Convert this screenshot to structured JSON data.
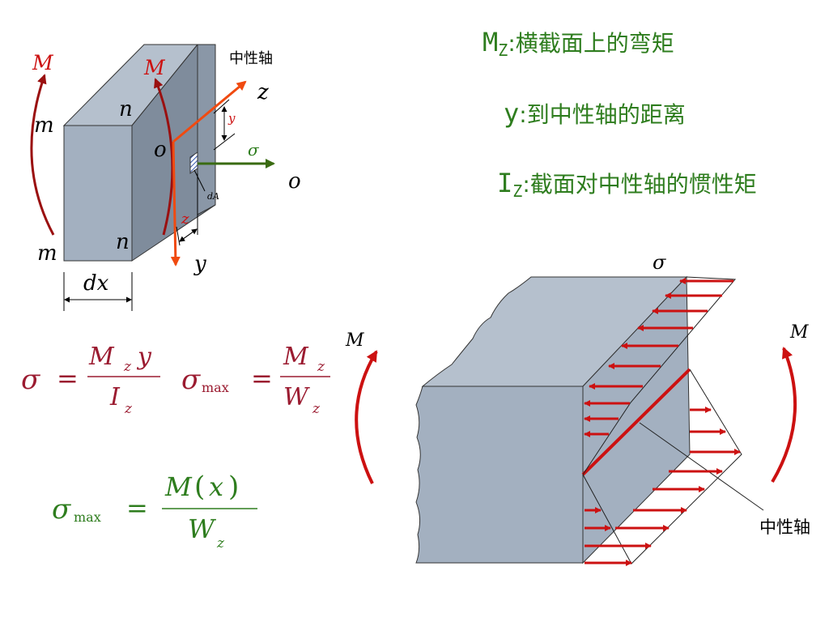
{
  "definitions": {
    "mz": {
      "symbol": "M",
      "sub": "Z",
      "text": ":横截面上的弯矩"
    },
    "y": {
      "symbol": "y",
      "text": ":到中性轴的距离"
    },
    "iz": {
      "symbol": "I",
      "sub": "Z",
      "text": ":截面对中性轴的惯性矩"
    }
  },
  "element_labels": {
    "moment_left": "M",
    "moment_right": "M",
    "neutral_axis": "中性轴",
    "m_top": "m",
    "m_bottom": "m",
    "n_top": "n",
    "n_bottom": "n",
    "o_face": "o",
    "o_axis": "o",
    "z_axis": "z",
    "y_axis": "y",
    "y_small": "y",
    "z_small": "z",
    "sigma": "σ",
    "dA": "dA",
    "dx": "dx"
  },
  "beam_labels": {
    "moment_left": "M",
    "moment_right": "M",
    "sigma": "σ",
    "neutral_axis": "中性轴"
  },
  "formula1": {
    "sigma": "σ",
    "eq": "=",
    "num_M": "M",
    "num_sub": "z",
    "num_y": "y",
    "den_I": "I",
    "den_sub": "z"
  },
  "formula2": {
    "sigma": "σ",
    "sub": "max",
    "eq": "=",
    "num_M": "M",
    "num_sub": "z",
    "den_W": "W",
    "den_sub": "z"
  },
  "formula3": {
    "sigma": "σ",
    "sub": "max",
    "eq": "=",
    "num": "M",
    "lp": "(",
    "x": "x",
    "rp": ")",
    "den_W": "W",
    "den_sub": "z"
  },
  "colors": {
    "definition_text": "#2e7d1e",
    "formula_maroon": "#9b1b30",
    "formula_green": "#2e7d1e",
    "arrow_red": "#cc1111",
    "axis_orange": "#f04a10",
    "moment_dark_red": "#9a1010",
    "block_fill": "#a3b0c0",
    "block_side": "#7f8c9c",
    "block_top": "#b5c0cd"
  }
}
